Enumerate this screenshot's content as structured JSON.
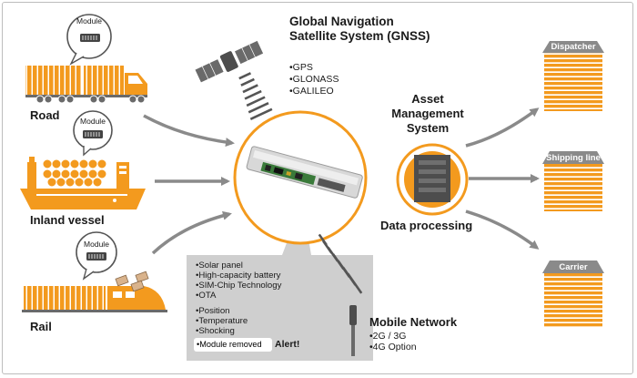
{
  "modes": {
    "road": "Road",
    "inland_vessel": "Inland vessel",
    "rail": "Rail",
    "module_label": "Module"
  },
  "gnss": {
    "title_line1": "Global Navigation",
    "title_line2": "Satellite System (GNSS)",
    "systems": [
      "•GPS",
      "•GLONASS",
      "•GALILEO"
    ]
  },
  "asset": {
    "title_line1": "Asset",
    "title_line2": "Management",
    "title_line3": "System",
    "processing": "Data processing"
  },
  "destinations": [
    "Dispatcher",
    "Shipping line",
    "Carrier"
  ],
  "callout": {
    "features": [
      "•Solar panel",
      "•High-capacity battery",
      "•SIM-Chip Technology",
      "•OTA"
    ],
    "sensors": [
      "•Position",
      "•Temperature",
      "•Shocking"
    ],
    "removed": "•Module removed",
    "alert": "Alert!"
  },
  "mobile": {
    "title": "Mobile Network",
    "options": [
      "•2G / 3G",
      "•4G Option"
    ]
  },
  "colors": {
    "orange": "#f39a1e",
    "grey": "#8a8a8a",
    "dark_grey": "#5a5a5a",
    "light_grey": "#cfcfcf"
  }
}
